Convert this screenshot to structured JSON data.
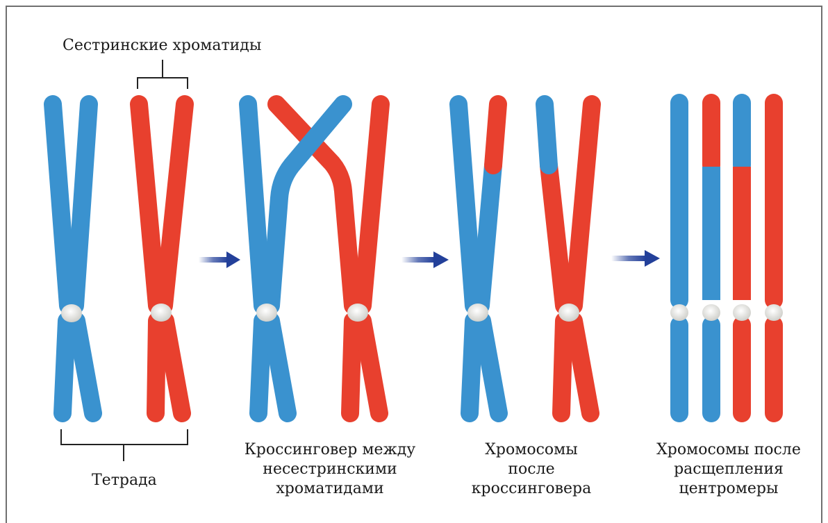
{
  "labels": {
    "sister_chromatids": "Сестринские хроматиды",
    "tetrad": "Тетрада",
    "crossover_line1": "Кроссинговер между",
    "crossover_line2": "несестринскими",
    "crossover_line3": "хроматидами",
    "after_crossover_line1": "Хромосомы",
    "after_crossover_line2": "после",
    "after_crossover_line3": "кроссинговера",
    "after_split_line1": "Хромосомы после",
    "after_split_line2": "расщепления",
    "after_split_line3": "центромеры"
  },
  "colors": {
    "blue": "#3a92cf",
    "red": "#e8402e",
    "centromere": "#e9e9e4",
    "arrow": "#23409a",
    "bracket": "#222222"
  }
}
